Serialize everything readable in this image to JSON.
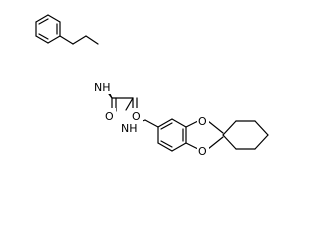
{
  "molecule": {
    "atoms": {
      "nh_top": "NH",
      "o_left": "O",
      "o_right": "O",
      "nh_bottom": "NH",
      "o_dioxole_top": "O",
      "o_dioxole_bottom": "O"
    }
  },
  "colors": {
    "background": "#ffffff",
    "bond": "#000000",
    "label": "#000000"
  }
}
